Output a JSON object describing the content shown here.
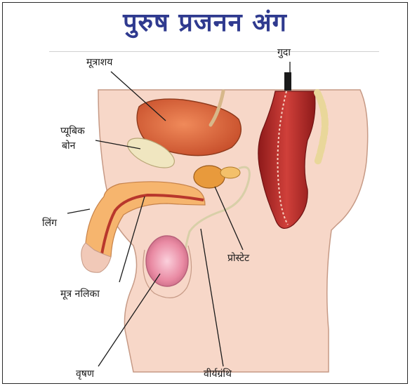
{
  "title": "पुरुष प्रजनन अंग",
  "labels": {
    "bladder": "मूत्राशय",
    "anus": "गुदा",
    "pubic_bone_line1": "प्यूबिक",
    "pubic_bone_line2": "बोन",
    "penis": "लिंग",
    "prostate": "प्रोस्टेट",
    "urethra": "मूत्र नलिका",
    "testis": "वृषण",
    "seminal_vesicle": "वीर्यग्रंथि"
  },
  "colors": {
    "title": "#2f3a8f",
    "skin": "#f7d7c8",
    "organ_red": "#c9452e",
    "organ_orange": "#e8783a",
    "bone": "#f0e6c0",
    "testis": "#f4a7b9",
    "rectum": "#b82a2a"
  }
}
